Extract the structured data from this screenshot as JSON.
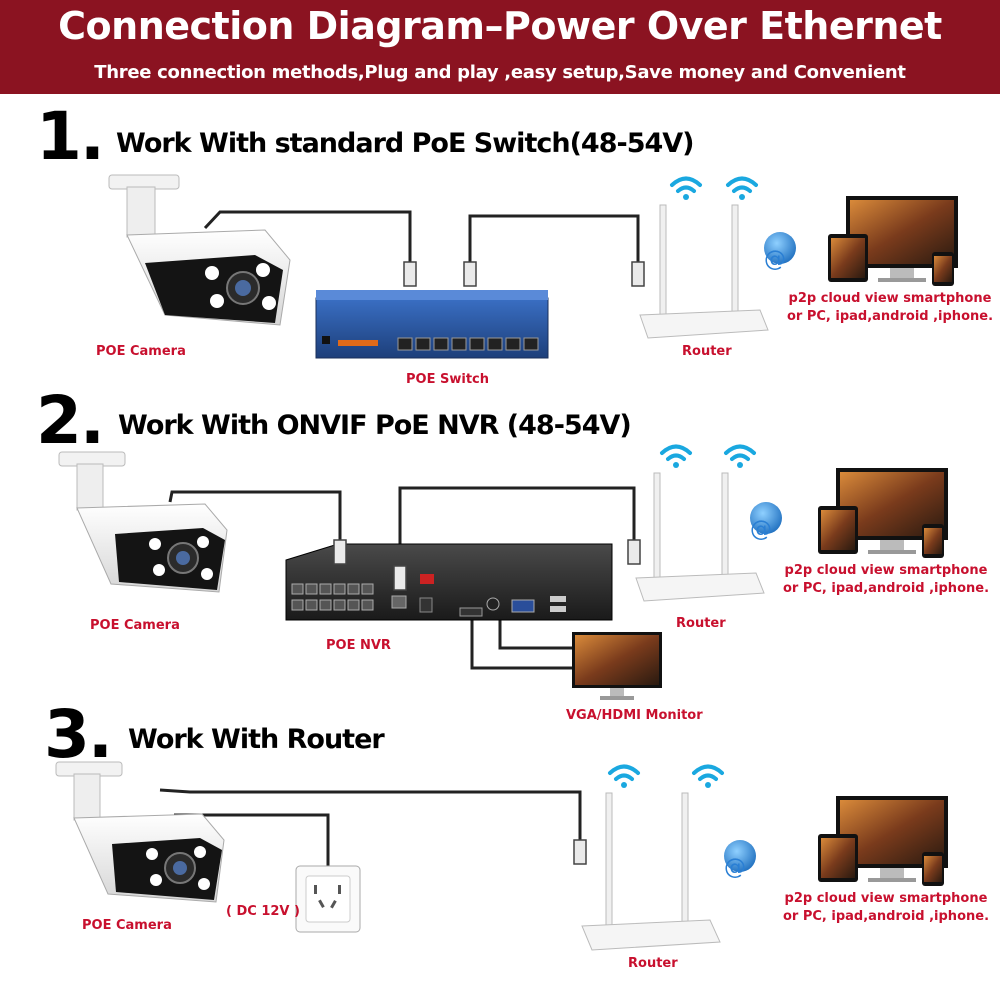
{
  "header": {
    "title": "Connection Diagram–Power Over Ethernet",
    "subtitle": "Three connection methods,Plug and play ,easy setup,Save money and Convenient"
  },
  "colors": {
    "banner": "#8b1321",
    "label": "#c8102e",
    "text": "#000000"
  },
  "sections": [
    {
      "number": "1.",
      "title": "Work With standard PoE Switch(48-54V)",
      "camera_label": "POE Camera",
      "device_label": "POE Switch",
      "router_label": "Router",
      "cloud_line1": "p2p cloud view smartphone",
      "cloud_line2": "or PC, ipad,android ,iphone."
    },
    {
      "number": "2.",
      "title": "Work With ONVIF PoE NVR (48-54V)",
      "camera_label": "POE Camera",
      "device_label": "POE NVR",
      "monitor_label": "VGA/HDMI Monitor",
      "router_label": "Router",
      "cloud_line1": "p2p cloud view smartphone",
      "cloud_line2": "or PC, ipad,android ,iphone."
    },
    {
      "number": "3.",
      "title": "Work With Router",
      "camera_label": "POE Camera",
      "dc_label": "( DC 12V )",
      "router_label": "Router",
      "cloud_line1": "p2p cloud view smartphone",
      "cloud_line2": "or PC, ipad,android ,iphone."
    }
  ]
}
